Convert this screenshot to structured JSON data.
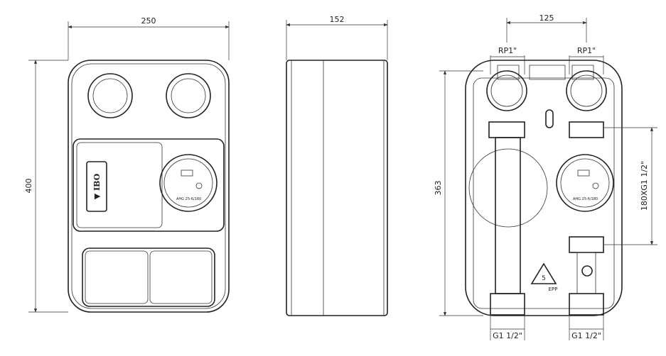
{
  "front_view": {
    "width_dim": "250",
    "height_dim": "400",
    "logo_text": "IBO",
    "pump_label": "AHG 25-6/180"
  },
  "side_view": {
    "depth_dim": "152"
  },
  "open_view": {
    "spacing_dim": "125",
    "top_left_thread": "RP1\"",
    "top_right_thread": "RP1\"",
    "height_dim": "363",
    "pump_dim": "180XG1 1/2\"",
    "bottom_left_thread": "G1 1/2\"",
    "bottom_right_thread": "G1 1/2\"",
    "recycle_code": "5",
    "recycle_material": "EPP",
    "pump_label": "AHG 25-6/180"
  }
}
